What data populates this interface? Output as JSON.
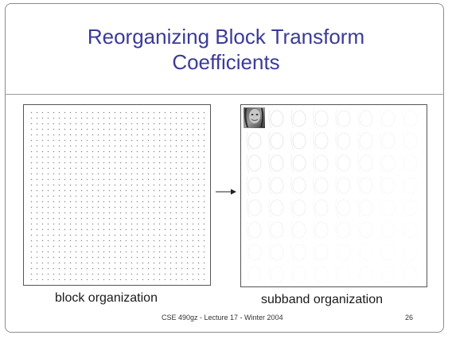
{
  "slide": {
    "title_line1": "Reorganizing Block Transform",
    "title_line2": "Coefficients",
    "caption_left": "block organization",
    "caption_right": "subband organization",
    "footer": "CSE 490gz - Lecture 17 - Winter 2004",
    "page_number": "26"
  },
  "colors": {
    "title": "#3b3b98",
    "border": "#8c8c8c"
  }
}
